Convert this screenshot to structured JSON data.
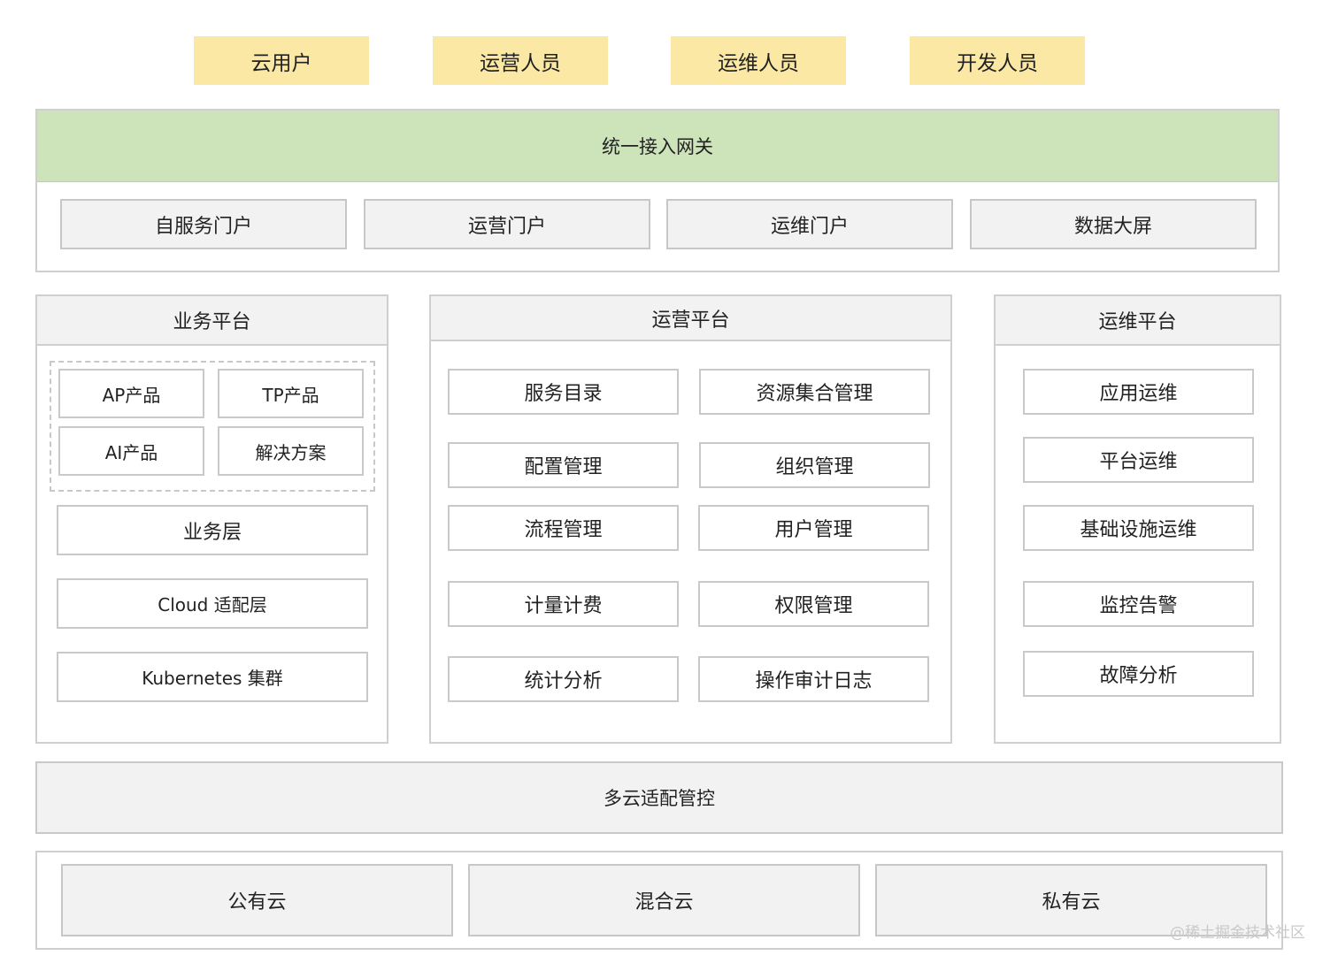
{
  "roles": [
    "云用户",
    "运营人员",
    "运维人员",
    "开发人员"
  ],
  "gateway": {
    "title": "统一接入网关",
    "portals": [
      "自服务门户",
      "运营门户",
      "运维门户",
      "数据大屏"
    ]
  },
  "business_platform": {
    "title": "业务平台",
    "products": [
      "AP产品",
      "TP产品",
      "AI产品",
      "解决方案"
    ],
    "layers": [
      "业务层",
      "Cloud 适配层",
      "Kubernetes 集群"
    ]
  },
  "operation_platform": {
    "title": "运营平台",
    "modules": [
      "服务目录",
      "资源集合管理",
      "配置管理",
      "组织管理",
      "流程管理",
      "用户管理",
      "计量计费",
      "权限管理",
      "统计分析",
      "操作审计日志"
    ]
  },
  "ops_platform": {
    "title": "运维平台",
    "modules": [
      "应用运维",
      "平台运维",
      "基础设施运维",
      "监控告警",
      "故障分析"
    ]
  },
  "multicloud": {
    "title": "多云适配管控"
  },
  "clouds": [
    "公有云",
    "混合云",
    "私有云"
  ],
  "watermark": "@稀土掘金技术社区"
}
